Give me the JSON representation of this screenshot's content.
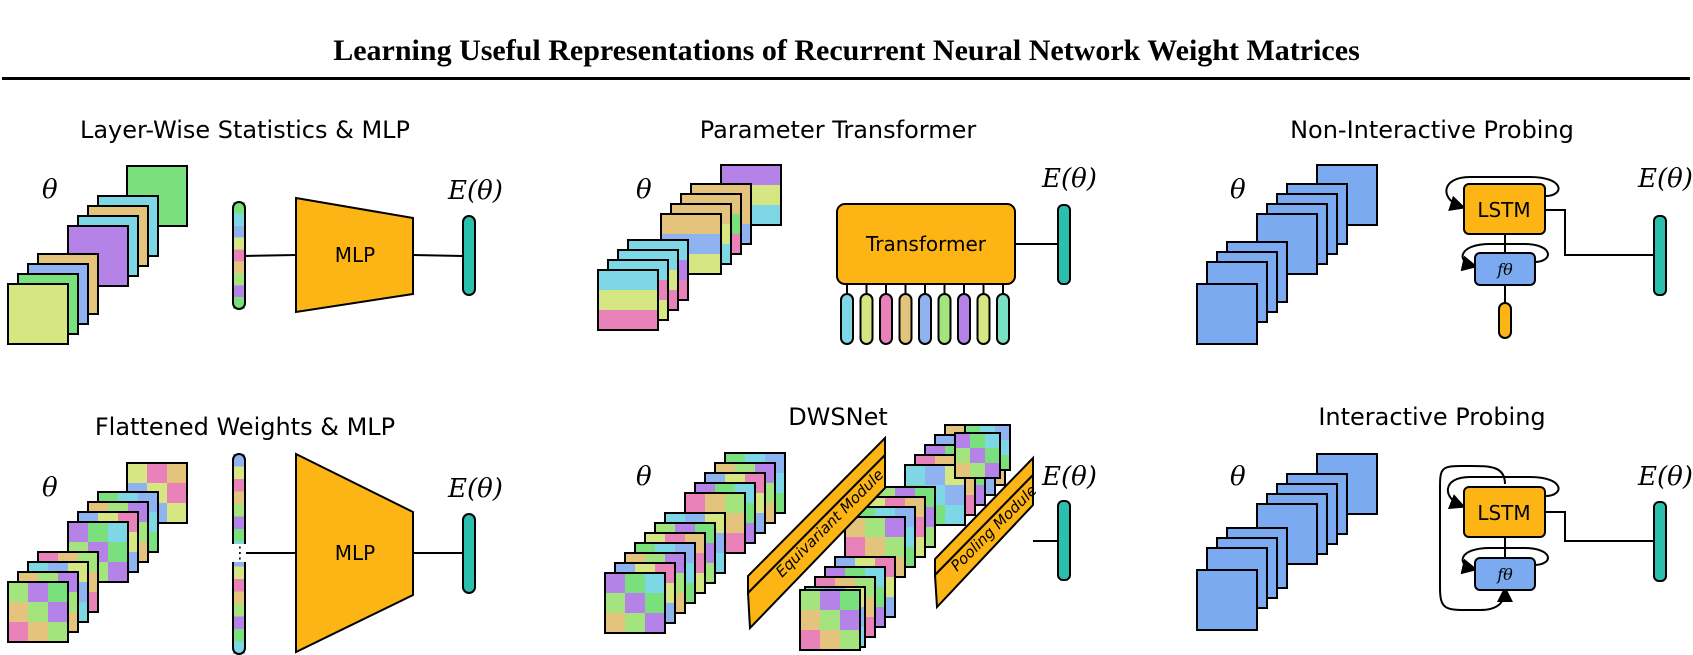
{
  "title": "Learning Useful Representations of Recurrent Neural Network Weight Matrices",
  "panels": {
    "layer_wise": {
      "title": "Layer-Wise Statistics & MLP",
      "input_label": "θ",
      "box_label": "MLP",
      "output_label": "E(θ)"
    },
    "parameter_transformer": {
      "title": "Parameter Transformer",
      "input_label": "θ",
      "box_label": "Transformer",
      "output_label": "E(θ)"
    },
    "non_interactive": {
      "title": "Non-Interactive Probing",
      "input_label": "θ",
      "lstm_label": "LSTM",
      "f_label": "fθ",
      "output_label": "E(θ)"
    },
    "flattened": {
      "title": "Flattened Weights & MLP",
      "input_label": "θ",
      "box_label": "MLP",
      "dots": "⋮",
      "output_label": "E(θ)"
    },
    "dwsnet": {
      "title": "DWSNet",
      "input_label": "θ",
      "equivariant_label": "Equivariant Module",
      "pooling_label": "Pooling Module",
      "output_label": "E(θ)"
    },
    "interactive": {
      "title": "Interactive Probing",
      "input_label": "θ",
      "lstm_label": "LSTM",
      "f_label": "fθ",
      "output_label": "E(θ)"
    }
  },
  "colors": {
    "module_orange": "#FDB515",
    "output_teal": "#2CBFAE",
    "probe_blue": "#7BAAF0",
    "palette": [
      "#D6E682",
      "#7AE07E",
      "#E4C37D",
      "#8FB2F0",
      "#B582E8",
      "#E882B8",
      "#7ED7E4",
      "#A4E47E"
    ]
  }
}
